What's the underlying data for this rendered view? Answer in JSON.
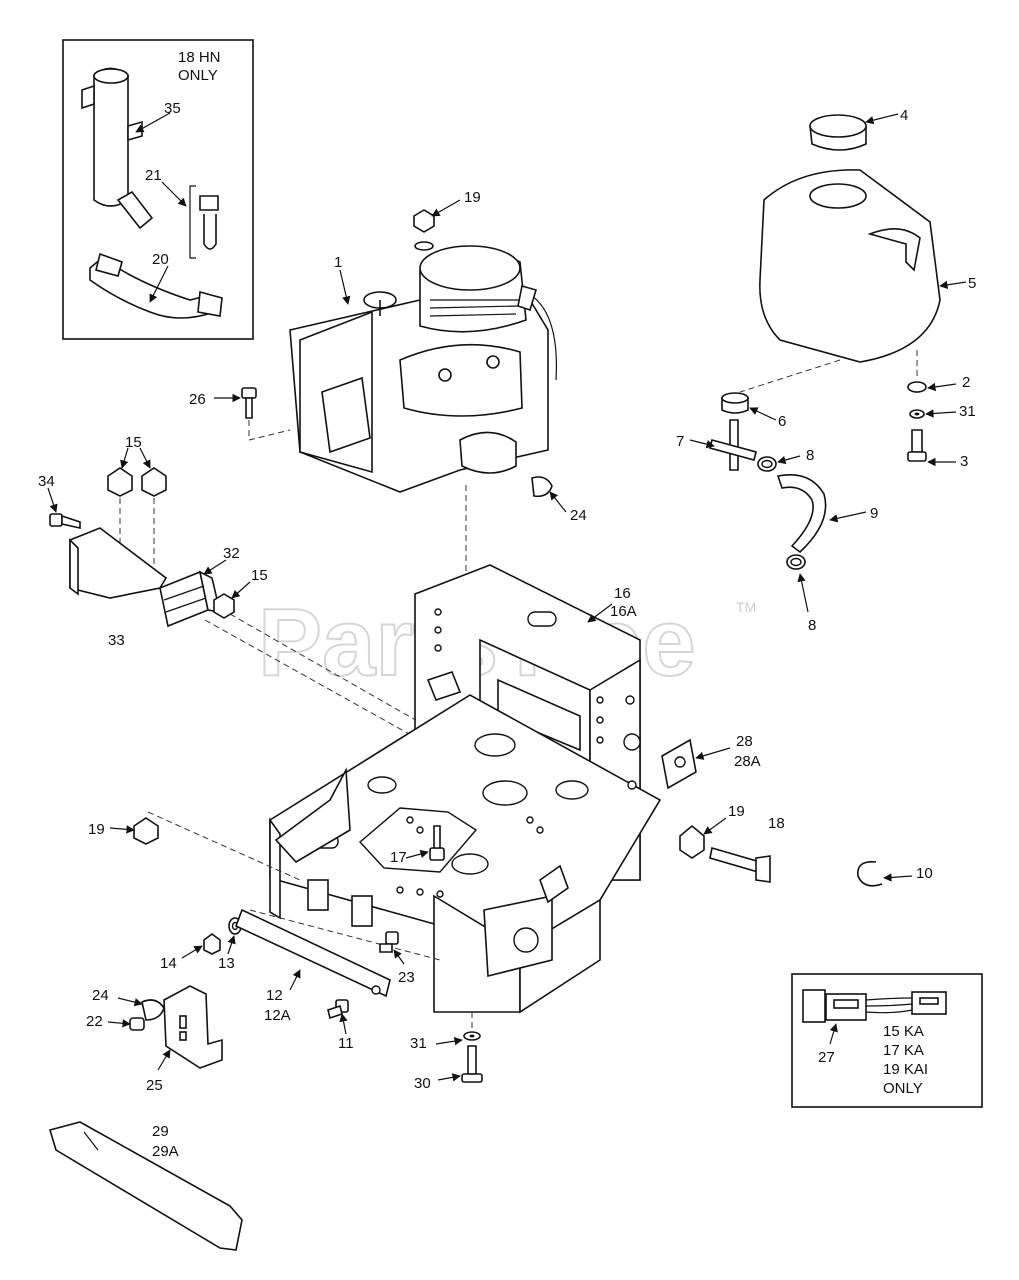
{
  "watermark": {
    "text": "PartsTree",
    "trademark": "TM"
  },
  "insets": {
    "muffler": {
      "lines": [
        "18 HN",
        "ONLY"
      ]
    },
    "harness": {
      "lines": [
        "15 KA",
        "17 KA",
        "19 KAI",
        "ONLY"
      ]
    }
  },
  "callouts": {
    "c1": "1",
    "c2": "2",
    "c3": "3",
    "c4": "4",
    "c5": "5",
    "c6": "6",
    "c7": "7",
    "c8a": "8",
    "c8b": "8",
    "c9": "9",
    "c10": "10",
    "c11": "11",
    "c12": "12",
    "c12a": "12A",
    "c13": "13",
    "c14": "14",
    "c15a": "15",
    "c15b": "15",
    "c16": "16",
    "c16a": "16A",
    "c17": "17",
    "c18": "18",
    "c19a": "19",
    "c19b": "19",
    "c19c": "19",
    "c20": "20",
    "c21": "21",
    "c22": "22",
    "c23": "23",
    "c24a": "24",
    "c24b": "24",
    "c25": "25",
    "c26": "26",
    "c27": "27",
    "c28": "28",
    "c28a": "28A",
    "c29": "29",
    "c29a": "29A",
    "c30": "30",
    "c31a": "31",
    "c31b": "31",
    "c32": "32",
    "c33": "33",
    "c34": "34",
    "c35": "35"
  }
}
